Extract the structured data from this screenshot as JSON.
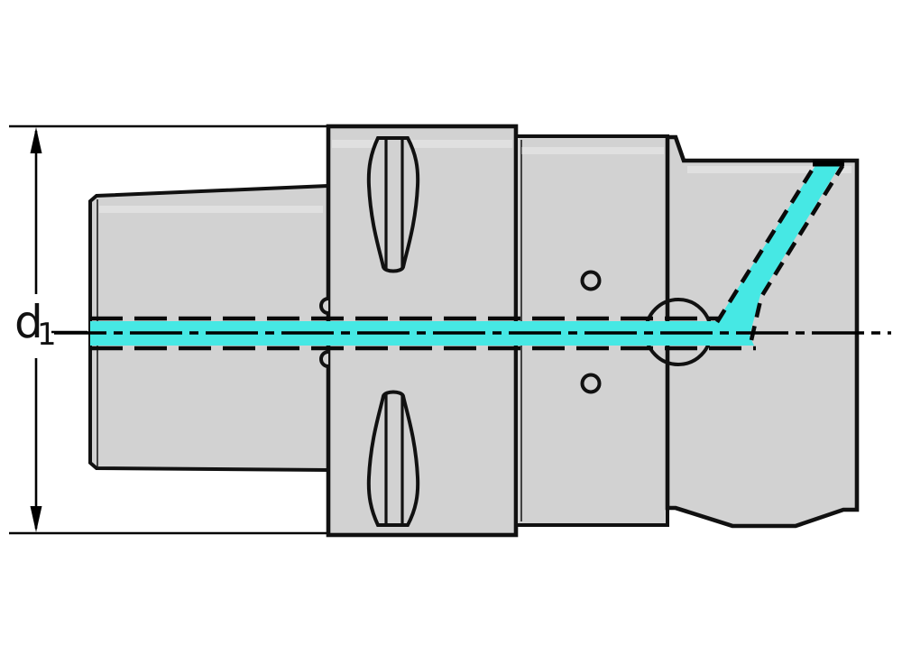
{
  "drawing": {
    "type": "technical-drawing",
    "subject": "modular tool holder adapter side view with internal coolant channel",
    "dimension_label": {
      "symbol": "d",
      "subscript": "1"
    },
    "colors": {
      "coolant_channel": "#46e8e4",
      "body_fill": "#d2d2d2",
      "outline": "#111111",
      "background": "#ffffff"
    },
    "features": {
      "left_section": "spindle taper shank",
      "flange_section": "clamping flange with drive slots",
      "mid_section": "cylindrical body with two balance holes",
      "right_section": "head with angled coolant outlet",
      "centerline": "dash-dot rotation axis",
      "coolant_path": "horizontal bore turning 60 degrees up to top exit"
    }
  }
}
